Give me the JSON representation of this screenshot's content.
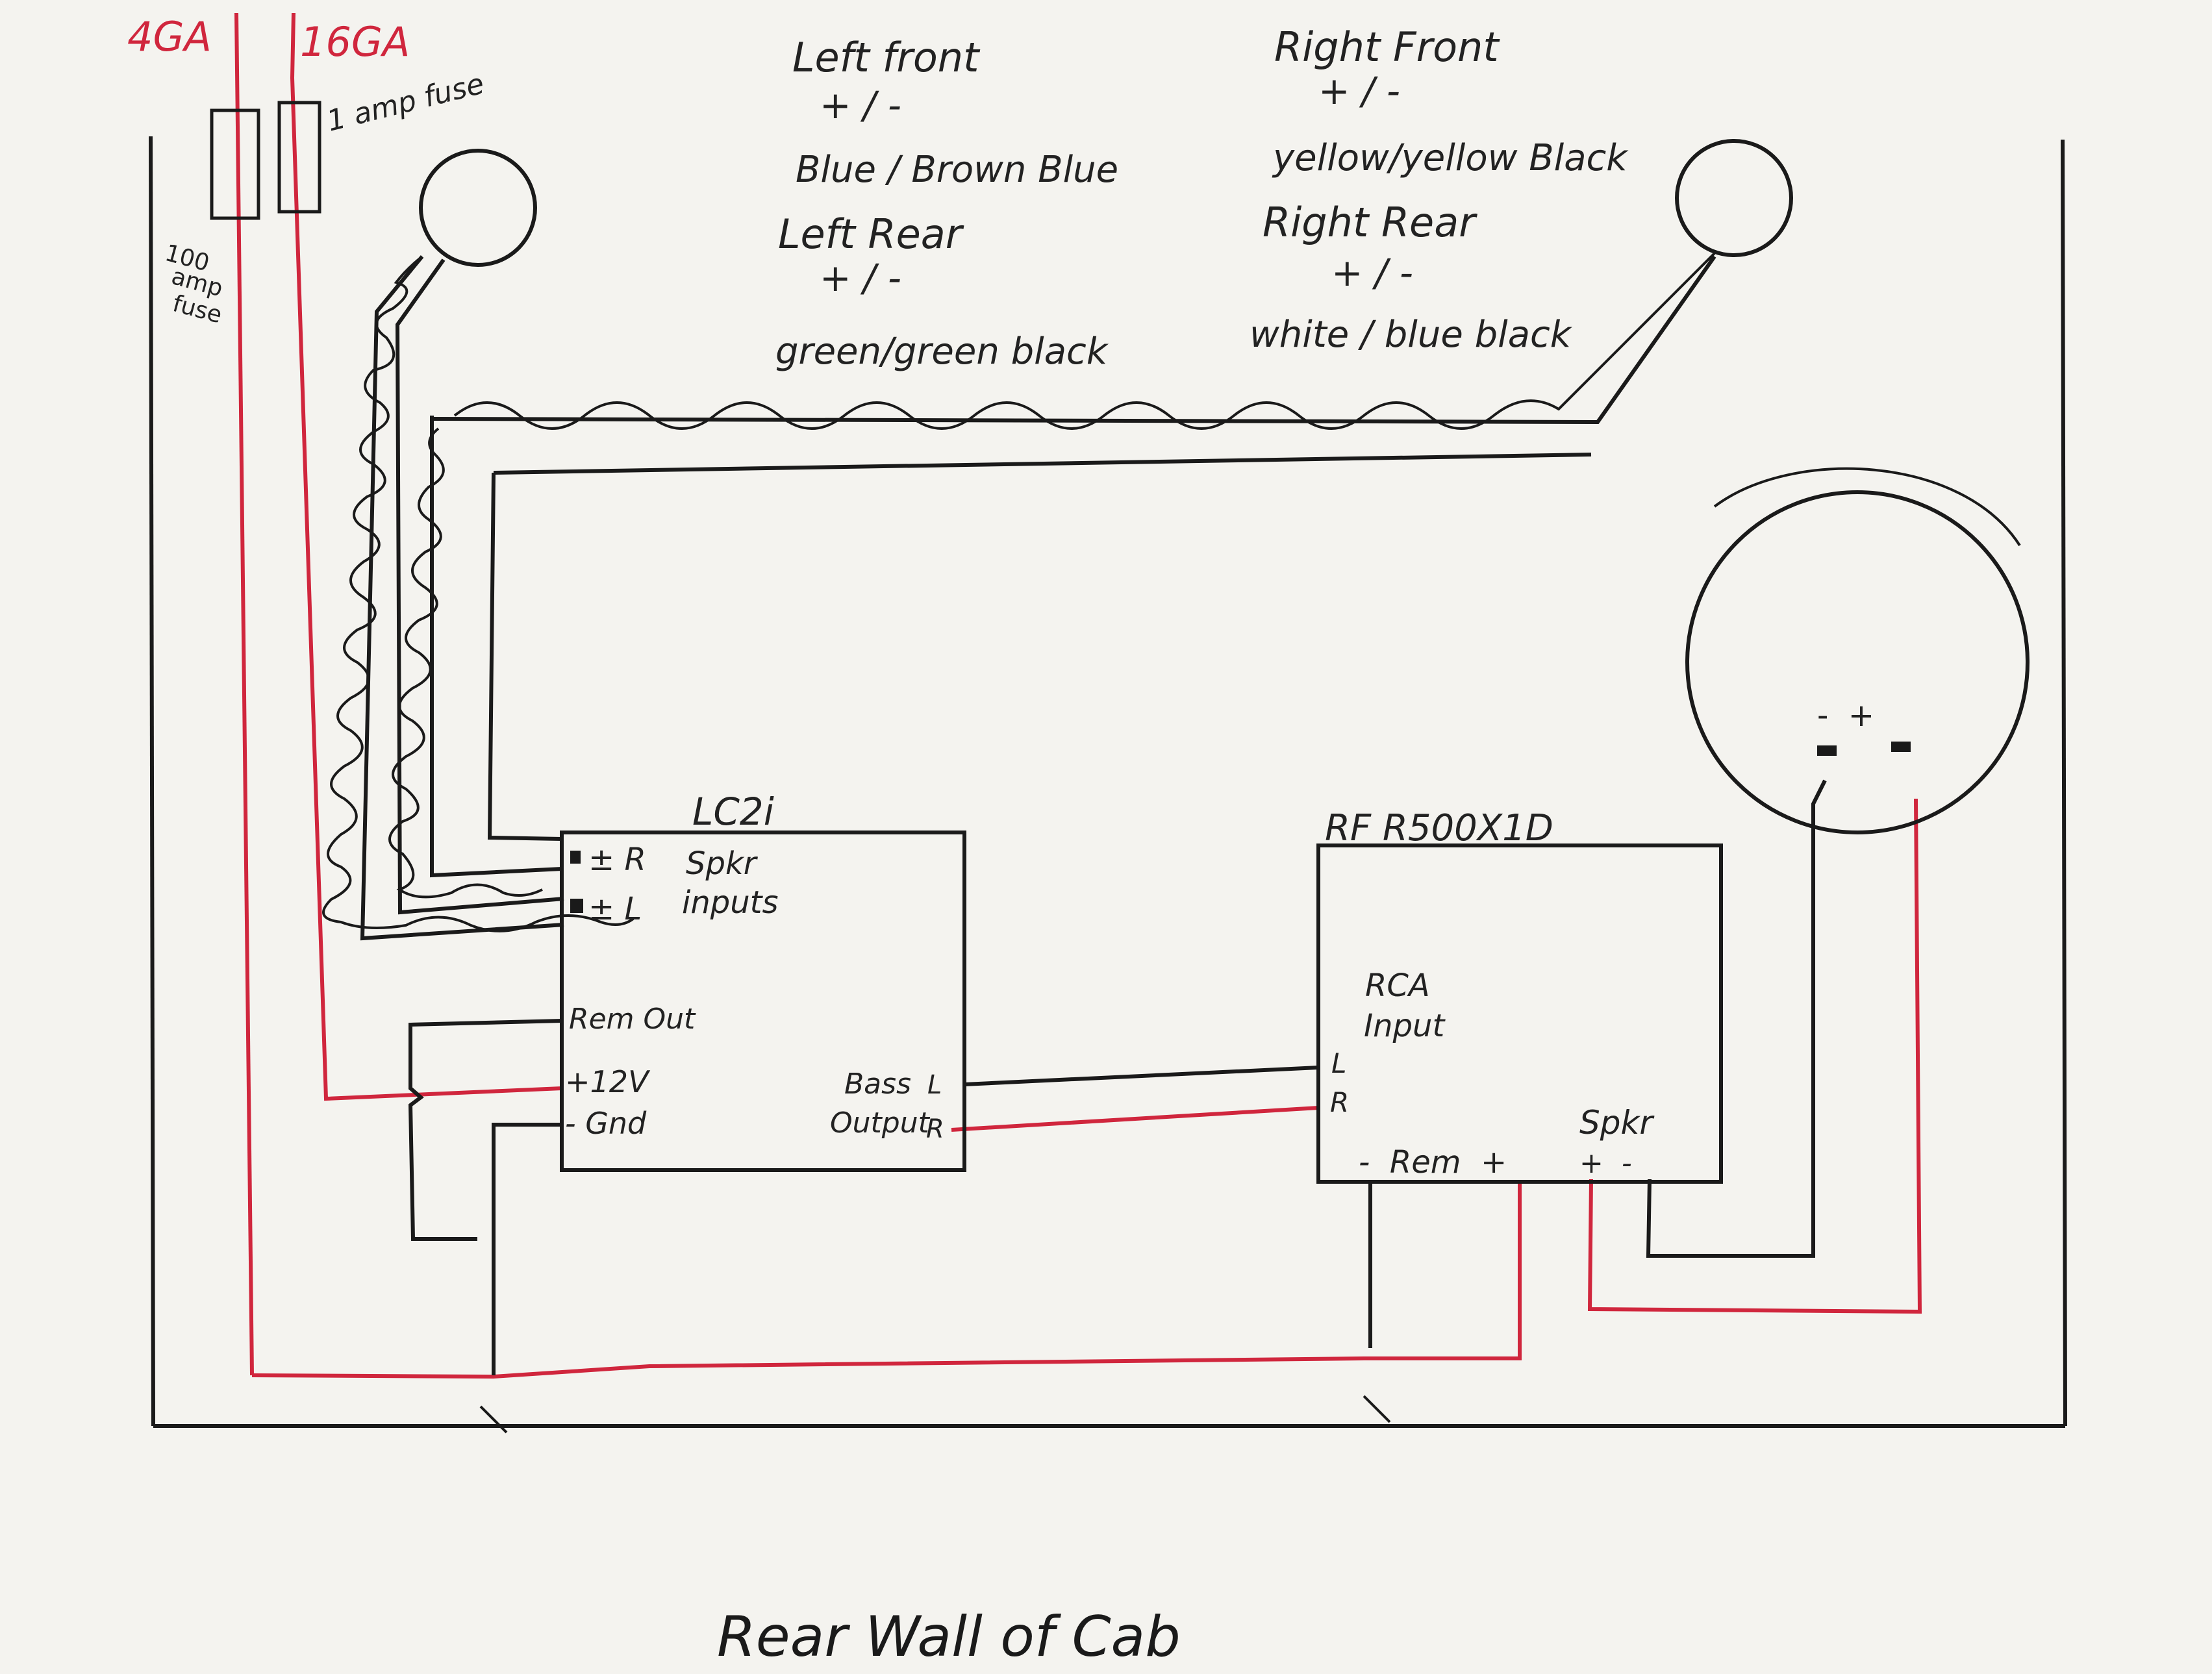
{
  "wire_labels": {
    "gauge_4": "4GA",
    "gauge_16": "16GA",
    "fuse_100": [
      "100",
      "amp",
      "fuse"
    ],
    "fuse_1": "1 amp fuse"
  },
  "speaker_notes": {
    "left_front": {
      "title": "Left front",
      "polarity": "+ / -",
      "wires": "Blue / Brown Blue"
    },
    "left_rear": {
      "title": "Left Rear",
      "polarity": "+ / -",
      "wires": "green/green black"
    },
    "right_front": {
      "title": "Right Front",
      "polarity": "+ / -",
      "wires": "yellow/yellow Black"
    },
    "right_rear": {
      "title": "Right Rear",
      "polarity": "+ / -",
      "wires": "white / blue black"
    }
  },
  "lc2i": {
    "title": "LC2i",
    "spkr_r": "± R",
    "spkr_l": "± L",
    "spkr_inputs": [
      "Spkr",
      "inputs"
    ],
    "rem_out": "Rem Out",
    "plus_12v": "+12V",
    "gnd": "- Gnd",
    "bass_output": [
      "Bass",
      "Output"
    ],
    "bass_l": "L",
    "bass_r": "R"
  },
  "amp": {
    "title": "RF R500X1D",
    "rca_input": [
      "RCA",
      "Input"
    ],
    "l": "L",
    "r": "R",
    "rem_row": "-  Rem  +",
    "spkr": "Spkr",
    "spkr_terminals": "+  -"
  },
  "subwoofer": {
    "terminals": "-  +"
  },
  "footer": {
    "caption": "Rear Wall of Cab"
  },
  "colors": {
    "paper": "#f4f3ef",
    "ink": "#1a1a1a",
    "ink_label": "#222222",
    "power_red": "#d0263d",
    "label_red": "#d0263d"
  }
}
